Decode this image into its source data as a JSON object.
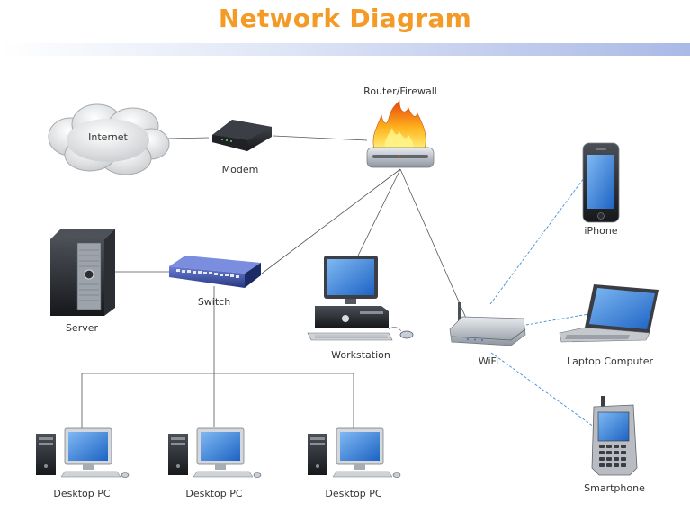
{
  "title": "Network Diagram",
  "colors": {
    "title": "#f49a26",
    "wired_link": "#555555",
    "wireless_link": "#3f8fd6"
  },
  "nodes": {
    "internet": {
      "label": "Internet",
      "icon": "cloud-icon"
    },
    "modem": {
      "label": "Modem",
      "icon": "modem-icon"
    },
    "router_firewall": {
      "label": "Router/Firewall",
      "icon": "firewall-icon"
    },
    "switch": {
      "label": "Switch",
      "icon": "switch-icon"
    },
    "server": {
      "label": "Server",
      "icon": "server-icon"
    },
    "workstation": {
      "label": "Workstation",
      "icon": "workstation-icon"
    },
    "wifi": {
      "label": "WiFi",
      "icon": "wifi-router-icon"
    },
    "iphone": {
      "label": "iPhone",
      "icon": "phone-icon"
    },
    "laptop": {
      "label": "Laptop Computer",
      "icon": "laptop-icon"
    },
    "smartphone": {
      "label": "Smartphone",
      "icon": "smartphone-icon"
    },
    "desktop_1": {
      "label": "Desktop PC",
      "icon": "desktop-pc-icon"
    },
    "desktop_2": {
      "label": "Desktop PC",
      "icon": "desktop-pc-icon"
    },
    "desktop_3": {
      "label": "Desktop PC",
      "icon": "desktop-pc-icon"
    }
  },
  "links": [
    {
      "from": "internet",
      "to": "modem",
      "style": "wired"
    },
    {
      "from": "modem",
      "to": "router_firewall",
      "style": "wired"
    },
    {
      "from": "router_firewall",
      "to": "switch",
      "style": "wired"
    },
    {
      "from": "router_firewall",
      "to": "workstation",
      "style": "wired"
    },
    {
      "from": "router_firewall",
      "to": "wifi",
      "style": "wired"
    },
    {
      "from": "server",
      "to": "switch",
      "style": "wired"
    },
    {
      "from": "switch",
      "to": "desktop_1",
      "style": "wired"
    },
    {
      "from": "switch",
      "to": "desktop_2",
      "style": "wired"
    },
    {
      "from": "switch",
      "to": "desktop_3",
      "style": "wired"
    },
    {
      "from": "wifi",
      "to": "iphone",
      "style": "wireless"
    },
    {
      "from": "wifi",
      "to": "laptop",
      "style": "wireless"
    },
    {
      "from": "wifi",
      "to": "smartphone",
      "style": "wireless"
    }
  ]
}
